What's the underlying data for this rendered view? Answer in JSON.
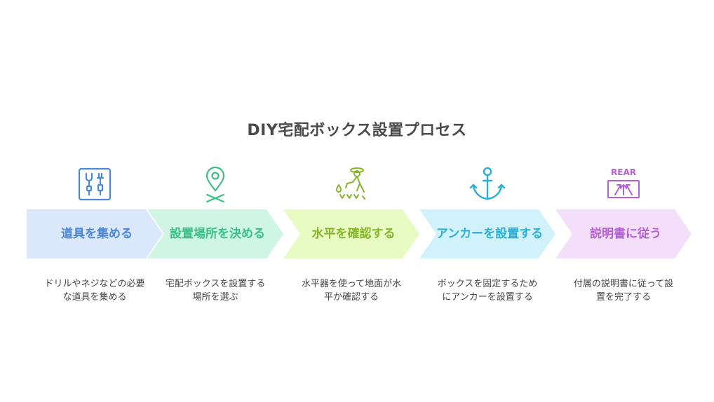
{
  "title": "DIY宅配ボックス設置プロセス",
  "steps": [
    {
      "label": "道具を集める",
      "description": "ドリルやネジなどの必要な道具を集める",
      "icon": "tools-icon",
      "fill": "#dbe7fb",
      "text_color": "#4a86d9",
      "icon_color": "#4a86d9"
    },
    {
      "label": "設置場所を決める",
      "description": "宅配ボックスを設置する場所を選ぶ",
      "icon": "location-pin-icon",
      "fill": "#cff5e4",
      "text_color": "#3cbf86",
      "icon_color": "#3cbf86"
    },
    {
      "label": "水平を確認する",
      "description": "水平器を使って地面が水平か確認する",
      "icon": "leveling-icon",
      "fill": "#e8fbc2",
      "text_color": "#86b42c",
      "icon_color": "#86b42c"
    },
    {
      "label": "アンカーを設置する",
      "description": "ボックスを固定するためにアンカーを設置する",
      "icon": "anchor-icon",
      "fill": "#d2f2fb",
      "text_color": "#2aaed6",
      "icon_color": "#2aaed6"
    },
    {
      "label": "説明書に従う",
      "description": "付属の説明書に従って設置を完了する",
      "icon": "rear-arrows-icon",
      "icon_text": "REAR",
      "fill": "#f4dffb",
      "text_color": "#b45fd6",
      "icon_color": "#b45fd6"
    }
  ]
}
